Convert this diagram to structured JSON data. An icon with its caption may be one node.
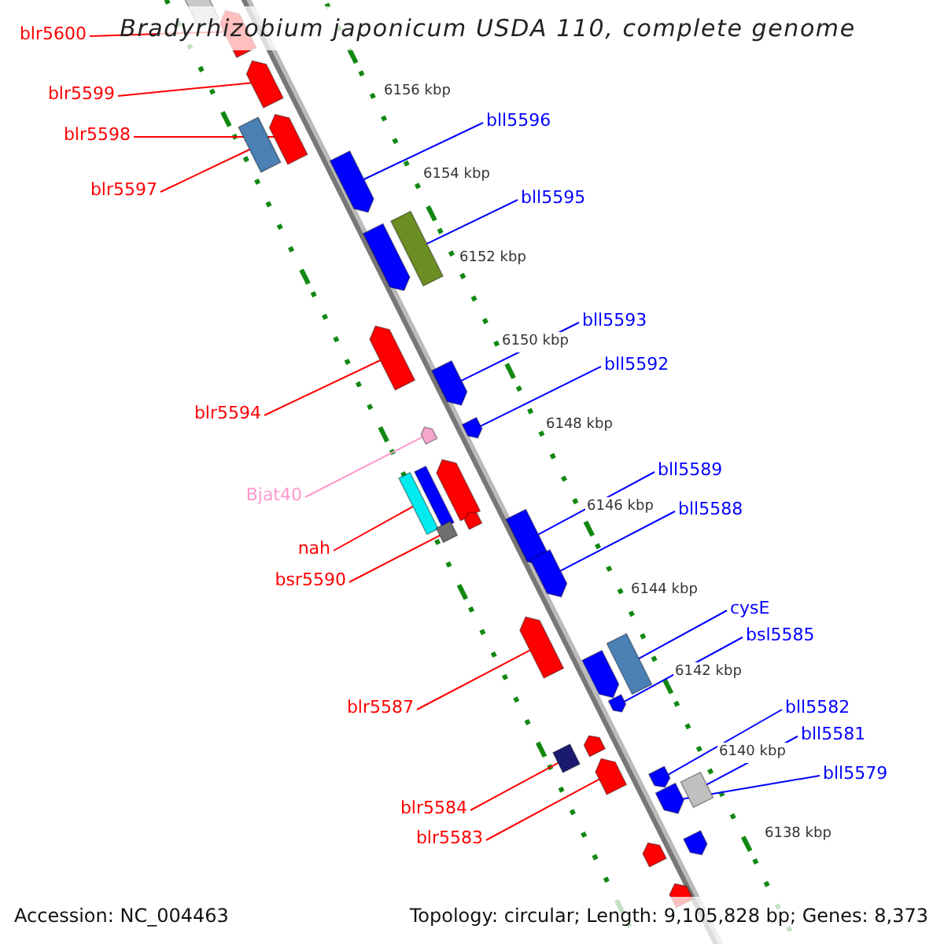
{
  "diagram": {
    "title": "Bradyrhizobium japonicum USDA 110, complete genome",
    "nodes": [
      {
        "text": [
          "blr5600"
        ]
      },
      {
        "text": [
          "blr5599"
        ]
      },
      {
        "text": [
          "bll5596"
        ]
      },
      {
        "text": [
          "blr5598"
        ]
      },
      {
        "text": [
          "blr5597"
        ]
      },
      {
        "text": [
          "bll5595"
        ]
      },
      {
        "text": [
          "bll5593"
        ]
      },
      {
        "text": [
          "bll5592"
        ]
      },
      {
        "text": [
          "blr5594"
        ]
      },
      {
        "text": [
          "bll5589"
        ]
      },
      {
        "text": [
          "Bjat40"
        ]
      },
      {
        "text": [
          "bll5588"
        ]
      },
      {
        "text": [
          "nah"
        ]
      },
      {
        "text": [
          "bsr5590"
        ]
      },
      {
        "text": [
          "cysE"
        ]
      },
      {
        "text": [
          "bsl5585"
        ]
      },
      {
        "text": [
          "blr5587"
        ]
      },
      {
        "text": [
          "bll5582"
        ]
      },
      {
        "text": [
          "bll5581"
        ]
      },
      {
        "text": [
          "bll5579"
        ]
      },
      {
        "text": [
          "blr5584"
        ]
      },
      {
        "text": [
          "blr5583"
        ]
      },
      {
        "text": [],
        "shape": "box"
      },
      {
        "text": [],
        "shape": "arrow"
      },
      {
        "text": [],
        "shape": "arrow"
      },
      {
        "text": [],
        "shape": "arrow"
      },
      {
        "text": [],
        "shape": "box"
      },
      {
        "text": [],
        "shape": "arrow"
      },
      {
        "text": [],
        "shape": "box"
      },
      {
        "text": [],
        "shape": "arrow"
      },
      {
        "text": [],
        "shape": "arrow"
      },
      {
        "text": [],
        "shape": "arrow"
      },
      {
        "text": [],
        "shape": "arrow"
      },
      {
        "text": [],
        "shape": "arrow"
      },
      {
        "text": [],
        "shape": "arrow"
      },
      {
        "text": [],
        "shape": "box"
      },
      {
        "text": [],
        "shape": "box"
      },
      {
        "text": [],
        "shape": "arrow"
      },
      {
        "text": [],
        "shape": "box"
      },
      {
        "text": [],
        "shape": "arrow"
      },
      {
        "text": [],
        "shape": "arrow"
      },
      {
        "text": [],
        "shape": "arrow"
      },
      {
        "text": [],
        "shape": "box"
      },
      {
        "text": [],
        "shape": "arrow"
      },
      {
        "text": [],
        "shape": "arrow"
      },
      {
        "text": [],
        "shape": "arrow"
      },
      {
        "text": [],
        "shape": "box"
      },
      {
        "text": [],
        "shape": "arrow"
      },
      {
        "text": [],
        "shape": "arrow"
      },
      {
        "text": [],
        "shape": "box"
      },
      {
        "text": [],
        "shape": "arrow"
      },
      {
        "text": [],
        "shape": "arrow"
      },
      {
        "text": [],
        "shape": "arrow"
      },
      {
        "text": [],
        "shape": "arrow"
      }
    ],
    "edges": [
      {
        "from": 0,
        "to": 23,
        "arrow": "none",
        "color": "#ff0000"
      },
      {
        "from": 1,
        "to": 24,
        "arrow": "none",
        "color": "#ff0000"
      },
      {
        "from": 2,
        "to": 27,
        "arrow": "none"
      },
      {
        "from": 3,
        "to": 25,
        "arrow": "none",
        "color": "#ff0000"
      },
      {
        "from": 4,
        "to": 26,
        "arrow": "none",
        "color": "#ff0000"
      },
      {
        "from": 5,
        "to": 28,
        "arrow": "none"
      },
      {
        "from": 6,
        "to": 31,
        "arrow": "none"
      },
      {
        "from": 7,
        "to": 32,
        "arrow": "none"
      },
      {
        "from": 8,
        "to": 30,
        "arrow": "none",
        "color": "#ff0000"
      },
      {
        "from": 9,
        "to": 39,
        "arrow": "none"
      },
      {
        "from": 10,
        "to": 33,
        "arrow": "none",
        "color": "#ff99cc"
      },
      {
        "from": 11,
        "to": 40,
        "arrow": "none"
      },
      {
        "from": 12,
        "to": 35,
        "arrow": "none",
        "color": "#ff0000"
      },
      {
        "from": 13,
        "to": 38,
        "arrow": "none",
        "color": "#ff0000"
      },
      {
        "from": 14,
        "to": 42,
        "arrow": "none"
      },
      {
        "from": 15,
        "to": 44,
        "arrow": "none"
      },
      {
        "from": 16,
        "to": 41,
        "arrow": "none",
        "color": "#ff0000"
      },
      {
        "from": 17,
        "to": 48,
        "arrow": "none"
      },
      {
        "from": 18,
        "to": 49,
        "arrow": "none"
      },
      {
        "from": 19,
        "to": 50,
        "arrow": "none"
      },
      {
        "from": 20,
        "to": 46,
        "arrow": "none",
        "color": "#ff0000"
      },
      {
        "from": 21,
        "to": 47,
        "arrow": "none",
        "color": "#ff0000"
      }
    ],
    "labels": [
      "6156 kbp",
      "6154 kbp",
      "6152 kbp",
      "6150 kbp",
      "6148 kbp",
      "6146 kbp",
      "6144 kbp",
      "6142 kbp",
      "6140 kbp",
      "6138 kbp",
      "Accession: NC_004463",
      "Topology: circular; Length: 9,105,828 bp; Genes: 8,373"
    ]
  }
}
